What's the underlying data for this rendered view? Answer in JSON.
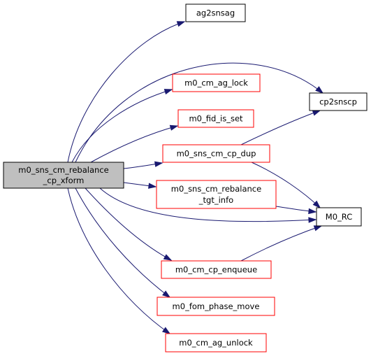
{
  "colors": {
    "edge": "#191970",
    "root_fill": "#bfbfbf",
    "root_border": "#000000",
    "node_fill": "#ffffff",
    "linked_border": "#000000",
    "undocumented_border": "#ff0000"
  },
  "nodes": {
    "root": {
      "lines": [
        "m0_sns_cm_rebalance",
        "_cp_xform"
      ]
    },
    "ag2snsag": {
      "lines": [
        "ag2snsag"
      ]
    },
    "cp2snscp": {
      "lines": [
        "cp2snscp"
      ]
    },
    "m0_cm_ag_lock": {
      "lines": [
        "m0_cm_ag_lock"
      ]
    },
    "m0_fid_is_set": {
      "lines": [
        "m0_fid_is_set"
      ]
    },
    "m0_sns_cm_cp_dup": {
      "lines": [
        "m0_sns_cm_cp_dup"
      ]
    },
    "m0_sns_cm_rebalance_tgt_info": {
      "lines": [
        "m0_sns_cm_rebalance",
        "_tgt_info"
      ]
    },
    "m0_rc": {
      "lines": [
        "M0_RC"
      ]
    },
    "m0_cm_cp_enqueue": {
      "lines": [
        "m0_cm_cp_enqueue"
      ]
    },
    "m0_fom_phase_move": {
      "lines": [
        "m0_fom_phase_move"
      ]
    },
    "m0_cm_ag_unlock": {
      "lines": [
        "m0_cm_ag_unlock"
      ]
    }
  }
}
